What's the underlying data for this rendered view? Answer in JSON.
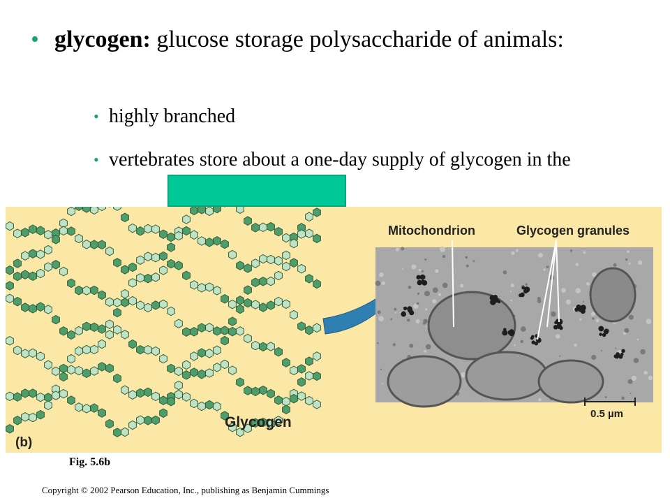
{
  "slide": {
    "bullet_main": {
      "term": "glycogen:",
      "rest": "glucose storage polysaccharide of animals:"
    },
    "sub_bullets": [
      {
        "text": "highly branched"
      },
      {
        "text": "vertebrates store about a one-day supply of glycogen in the"
      }
    ],
    "hidden_answer_color": "#00c896"
  },
  "figure": {
    "panel_label": "(b)",
    "molecule_label": "Glycogen",
    "micrograph_labels": {
      "left": "Mitochondrion",
      "right": "Glycogen granules"
    },
    "scale_bar": "0.5 µm",
    "caption": "Fig. 5.6b",
    "colors": {
      "background": "#fbe7a6",
      "glucose_light": "#bfe3c4",
      "glucose_dark": "#4f9d69",
      "arrow": "#2f7fb3"
    }
  },
  "footer": {
    "copyright": "Copyright © 2002 Pearson Education, Inc., publishing as Benjamin Cummings"
  }
}
